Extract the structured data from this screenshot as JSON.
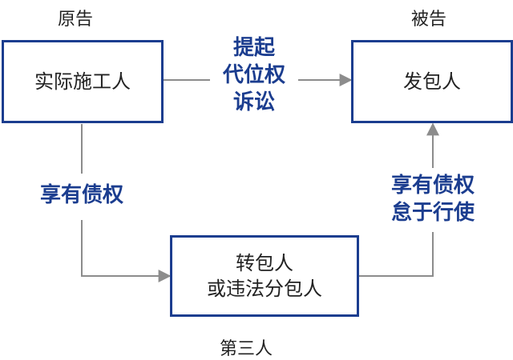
{
  "roles": {
    "plaintiff": "原告",
    "defendant": "被告",
    "third_party": "第三人"
  },
  "nodes": {
    "actual_builder": [
      "实际施工人"
    ],
    "employer": [
      "发包人"
    ],
    "subcontractor": [
      "转包人",
      "或违法分包人"
    ]
  },
  "edges": {
    "subrogation_suit": [
      "提起",
      "代位权",
      "诉讼"
    ],
    "holds_claim_left": [
      "享有债权"
    ],
    "holds_claim_right": [
      "享有债权",
      "怠于行使"
    ]
  },
  "colors": {
    "box_border": "#1b3d8f",
    "label_blue": "#1b3d8f",
    "connector": "#8c8c8c"
  }
}
